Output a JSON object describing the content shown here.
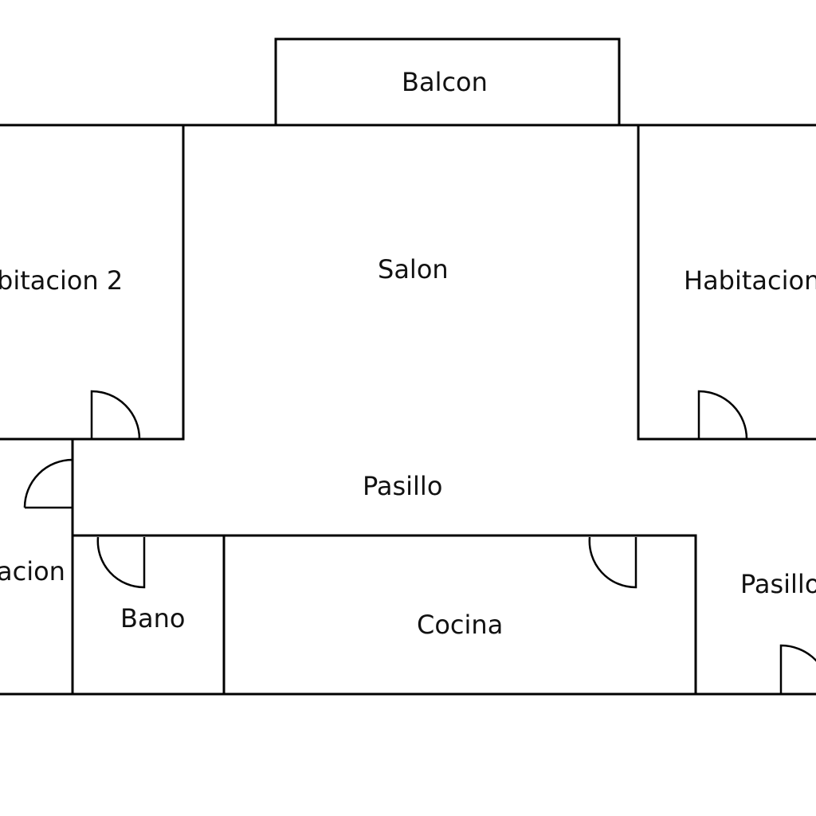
{
  "colors": {
    "wall": "#000000",
    "label": "#111111",
    "background": "#ffffff"
  },
  "rooms": {
    "balcon": "Balcon",
    "salon": "Salon",
    "habitacion_2": "bitacion 2",
    "habitacion_1": "Habitacion",
    "pasillo": "Pasillo",
    "habitacion_3": "acion",
    "bano": "Bano",
    "cocina": "Cocina",
    "pasillo_2": "Pasillo"
  }
}
